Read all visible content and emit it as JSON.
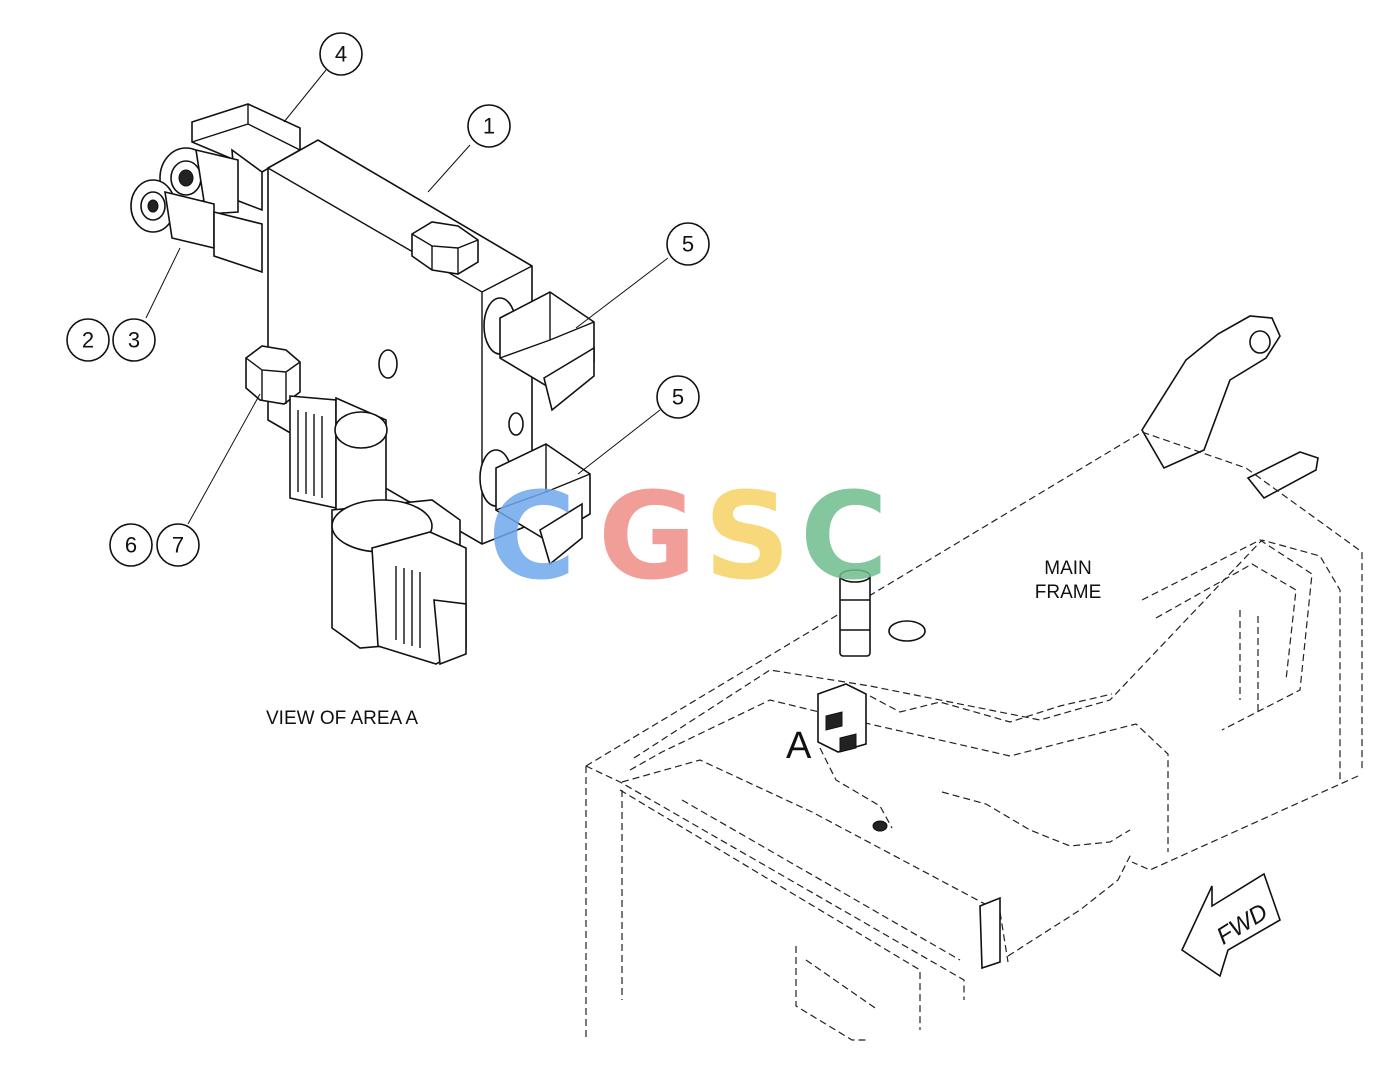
{
  "callouts": [
    {
      "id": "4",
      "label": "4"
    },
    {
      "id": "1",
      "label": "1"
    },
    {
      "id": "5a",
      "label": "5"
    },
    {
      "id": "5b",
      "label": "5"
    },
    {
      "id": "2",
      "label": "2"
    },
    {
      "id": "3",
      "label": "3"
    },
    {
      "id": "6",
      "label": "6"
    },
    {
      "id": "7",
      "label": "7"
    }
  ],
  "labels": {
    "view_caption": "VIEW OF AREA A",
    "main_frame_line1": "MAIN",
    "main_frame_line2": "FRAME",
    "area_marker": "A",
    "direction": "FWD"
  },
  "watermark": {
    "letters": [
      "C",
      "G",
      "S",
      "C"
    ],
    "colors": [
      "#6ea8ec",
      "#ee8c86",
      "#f6d264",
      "#6fbd8e"
    ]
  }
}
